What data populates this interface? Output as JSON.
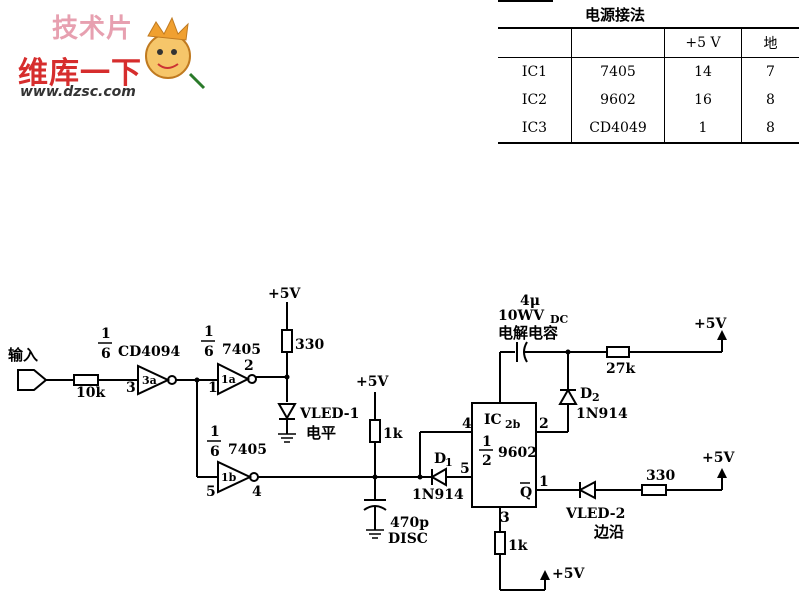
{
  "watermark": {
    "line1": "技术片",
    "line2": "维库一下",
    "url": "www.dzsc.com"
  },
  "power_table": {
    "title": "电源接法",
    "headers": [
      "",
      "",
      "+5 V",
      "地"
    ],
    "rows": [
      {
        "ic": "IC1",
        "part": "7405",
        "vcc": "14",
        "gnd": "7"
      },
      {
        "ic": "IC2",
        "part": "9602",
        "vcc": "16",
        "gnd": "8"
      },
      {
        "ic": "IC3",
        "part": "CD4049",
        "vcc": "1",
        "gnd": "8"
      }
    ]
  },
  "circuit": {
    "input_label": "输入",
    "r_in": "10k",
    "gate3a": {
      "frac_num": "1",
      "frac_den": "6",
      "part": "CD4094",
      "name": "3a",
      "pin_in": "3"
    },
    "gate1a": {
      "frac_num": "1",
      "frac_den": "6",
      "part": "7405",
      "name": "1a",
      "pin_in": "1",
      "pin_out": "2"
    },
    "gate1b": {
      "frac_num": "1",
      "frac_den": "6",
      "part": "7405",
      "name": "1b",
      "pin_in": "5",
      "pin_out": "4"
    },
    "vcc1": "+5V",
    "r_330_top": "330",
    "led1": "VLED-1",
    "led1_desc": "电平",
    "vcc2": "+5V",
    "r_1k_mid": "1k",
    "cap_disc_value": "470p",
    "cap_disc_type": "DISC",
    "d1_name": "D",
    "d1_sub": "1",
    "d1_part": "1N914",
    "ic2_name": "IC",
    "ic2_sub": "2b",
    "ic2_frac_num": "1",
    "ic2_frac_den": "2",
    "ic2_part": "9602",
    "pin4": "4",
    "pin5": "5",
    "pin2": "2",
    "pin1": "1",
    "pin3": "3",
    "qbar": "Q",
    "cap_elec_value": "4μ",
    "cap_elec_rating": "10WV",
    "cap_elec_sub": "DC",
    "cap_elec_type": "电解电容",
    "r_27k": "27k",
    "vcc3": "+5V",
    "d2_name": "D",
    "d2_sub": "2",
    "d2_part": "1N914",
    "r_330_right": "330",
    "vcc4": "+5V",
    "led2": "VLED-2",
    "led2_desc": "边沿",
    "r_1k_bottom": "1k",
    "vcc5": "+5V"
  }
}
